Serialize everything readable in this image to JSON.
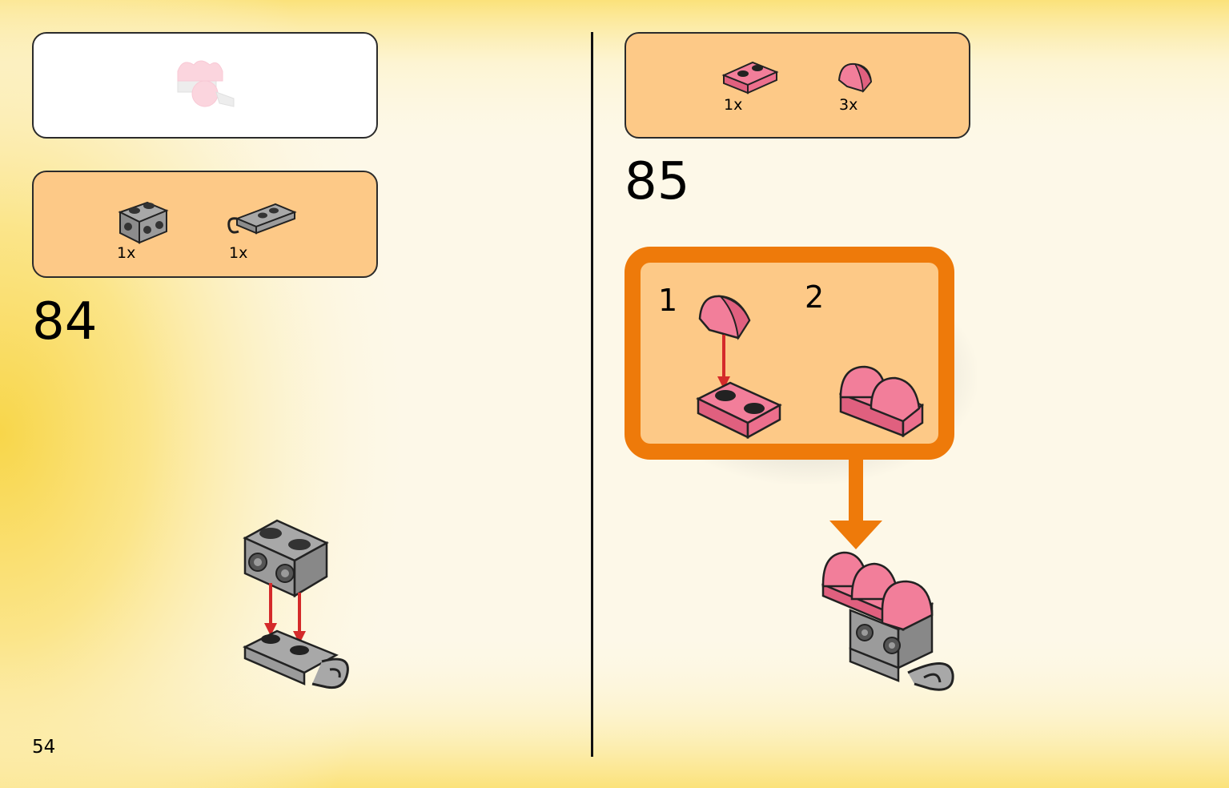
{
  "page_number": "54",
  "colors": {
    "panel_orange": "#fdc987",
    "accent_orange": "#ee7a0a",
    "brick_pink": "#f0708e",
    "brick_gray": "#9b9b9b",
    "arrow_red": "#d42a2a"
  },
  "left": {
    "preview_box": {
      "icon": "pink-assembly-preview-icon"
    },
    "parts": [
      {
        "qty": "1x",
        "icon": "gray-1x2-brick-with-side-studs-icon"
      },
      {
        "qty": "1x",
        "icon": "gray-plate-with-clip-icon"
      }
    ],
    "step_number": "84"
  },
  "right": {
    "parts": [
      {
        "qty": "1x",
        "icon": "pink-1x2-plate-icon"
      },
      {
        "qty": "3x",
        "icon": "pink-curved-slope-icon"
      }
    ],
    "step_number": "85",
    "substeps": [
      {
        "number": "1"
      },
      {
        "number": "2"
      }
    ]
  }
}
